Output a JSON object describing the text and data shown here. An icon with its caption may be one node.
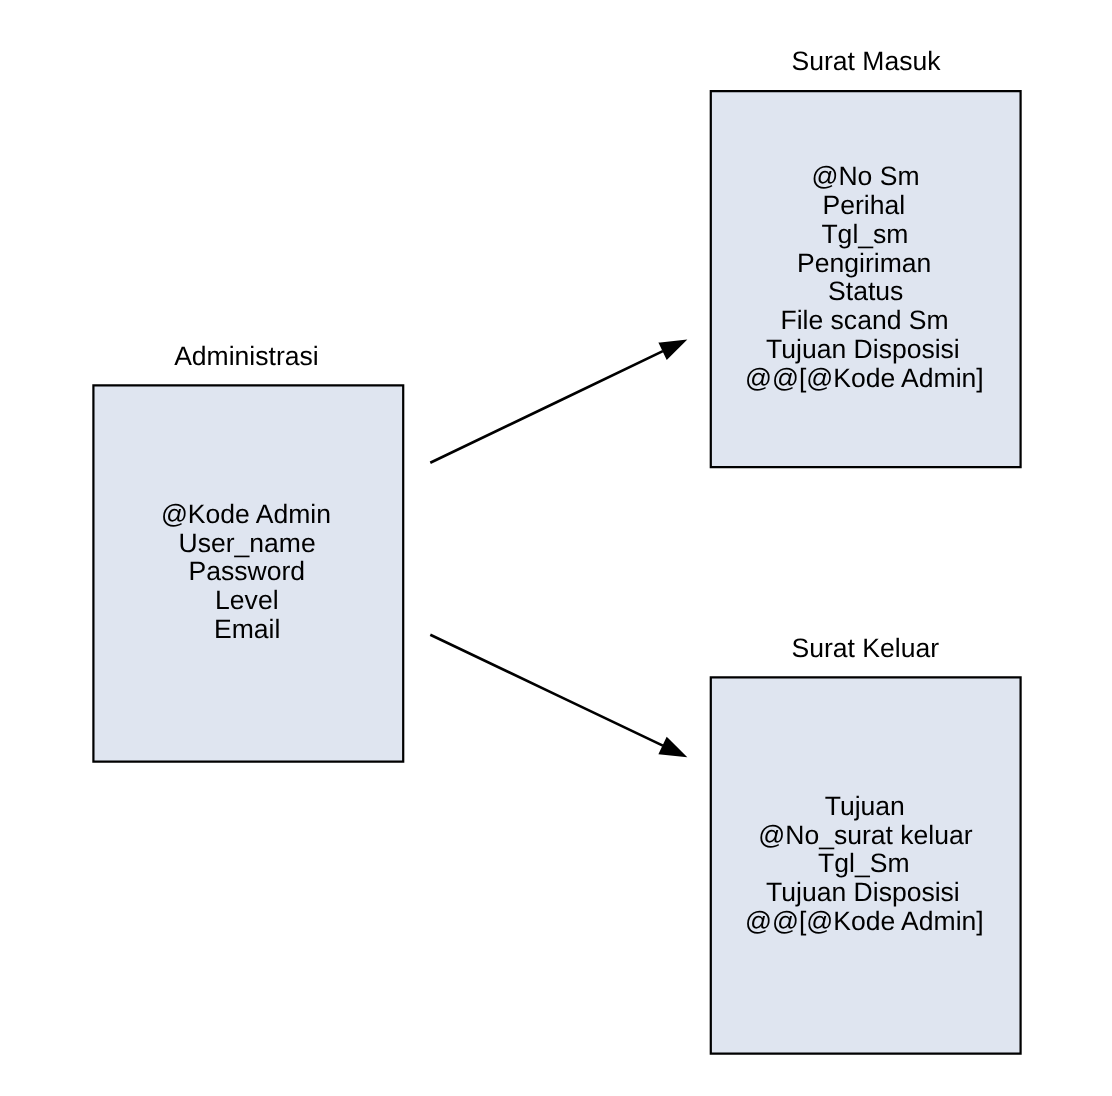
{
  "diagram": {
    "nodes": [
      {
        "text": [
          "Administrasi",
          "@Kode Admin",
          "User_name",
          "Password",
          "Level",
          "Email"
        ]
      },
      {
        "text": [
          "Surat Masuk",
          "@No Sm",
          "Perihal",
          "Tgl_sm",
          "Pengiriman",
          "Status",
          "File scand Sm",
          "Tujuan Disposisi",
          "@@[@Kode Admin]"
        ]
      },
      {
        "text": [
          "Surat Keluar",
          "Tujuan",
          "@No_surat keluar",
          "Tgl_Sm",
          "Tujuan Disposisi",
          "@@[@Kode Admin]"
        ]
      }
    ],
    "edges": [
      {
        "from": 0,
        "to": 1,
        "arrow": "to"
      },
      {
        "from": 0,
        "to": 2,
        "arrow": "to"
      }
    ]
  }
}
